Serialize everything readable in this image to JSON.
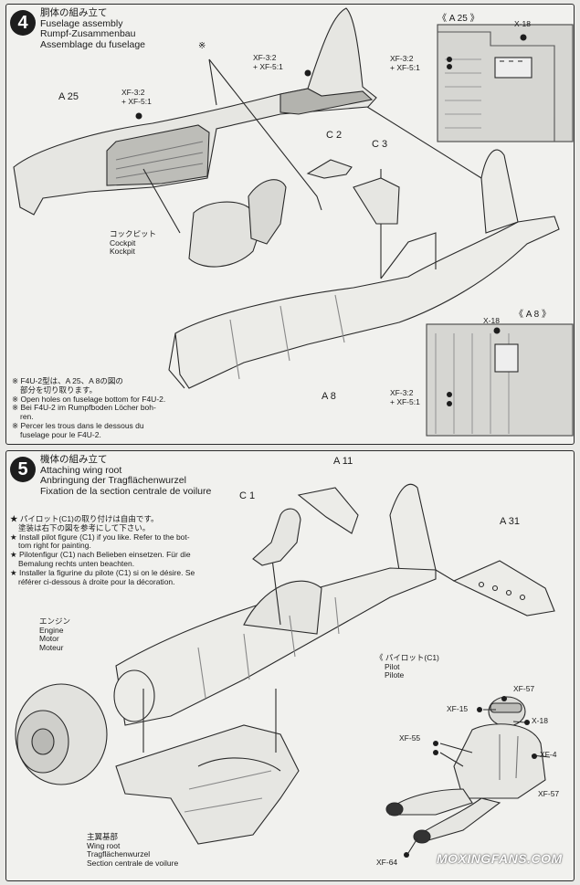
{
  "step4": {
    "number": "4",
    "title_ja": "胴体の組み立て",
    "title_en": "Fuselage assembly",
    "title_de": "Rumpf-Zusammenbau",
    "title_fr": "Assemblage du fuselage",
    "label_a25": "A 25",
    "label_asterisk": "※",
    "paint_cockpit_1": "XF-3:2",
    "paint_cockpit_2": "+ XF-5:1",
    "paint_tail_1": "XF-3:2",
    "paint_tail_2": "+ XF-5:1",
    "label_c2": "C 2",
    "label_c3": "C 3",
    "cockpit_ja": "コックピット",
    "cockpit_en": "Cockpit",
    "cockpit_de": "Kockpit",
    "label_a8": "A 8",
    "inset_a25_title": "《 A 25 》",
    "inset_a25_x18": "X-18",
    "inset_a25_paint_1": "XF-3:2",
    "inset_a25_paint_2": "+ XF-5:1",
    "inset_a8_title": "《 A 8 》",
    "inset_a8_x18": "X-18",
    "inset_a8_paint_1": "XF-3:2",
    "inset_a8_paint_2": "+ XF-5:1",
    "note_ja_1": "※ F4U-2型は、A 25、A 8の図の",
    "note_ja_2": "部分を切り取ります。",
    "note_en": "※ Open holes on fuselage bottom for F4U-2.",
    "note_de_1": "※ Bei F4U-2 im Rumpfboden Löcher boh-",
    "note_de_2": "ren.",
    "note_fr_1": "※ Percer les trous dans le dessous du",
    "note_fr_2": "fuselage pour le F4U-2."
  },
  "step5": {
    "number": "5",
    "title_ja": "機体の組み立て",
    "title_en": "Attaching wing root",
    "title_de": "Anbringung der Tragflächenwurzel",
    "title_fr": "Fixation de la section centrale de voilure",
    "label_a11": "A 11",
    "label_c1": "C 1",
    "label_a31": "A 31",
    "note_ja_1": "★ パイロット(C1)の取り付けは自由です。",
    "note_ja_2": "塗装は右下の図を参考にして下さい。",
    "note_en_1": "★ Install pilot figure (C1) if you like. Refer to the bot-",
    "note_en_2": "tom right for painting.",
    "note_de_1": "★ Pilotenfigur (C1) nach Belieben einsetzen. Für die",
    "note_de_2": "Bemalung rechts unten beachten.",
    "note_fr_1": "★ Installer la figurine du pilote (C1) si on le désire. Se",
    "note_fr_2": "référer ci-dessous à droite pour la décoration.",
    "engine_ja": "エンジン",
    "engine_en": "Engine",
    "engine_de": "Motor",
    "engine_fr": "Moteur",
    "pilot_ja": "《 パイロット(C1)",
    "pilot_en": "Pilot",
    "pilot_fr": "Pilote",
    "paint_xf57a": "XF-57",
    "paint_xf15": "XF-15",
    "paint_x18": "X-18",
    "paint_xf55": "XF-55",
    "paint_xf4": "XF-4",
    "paint_xf57b": "XF-57",
    "paint_xf64": "XF-64",
    "wingroot_ja": "主翼基部",
    "wingroot_en": "Wing root",
    "wingroot_de": "Tragflächenwurzel",
    "wingroot_fr": "Section centrale de voilure"
  },
  "watermark": "MOXINGFANS.COM"
}
